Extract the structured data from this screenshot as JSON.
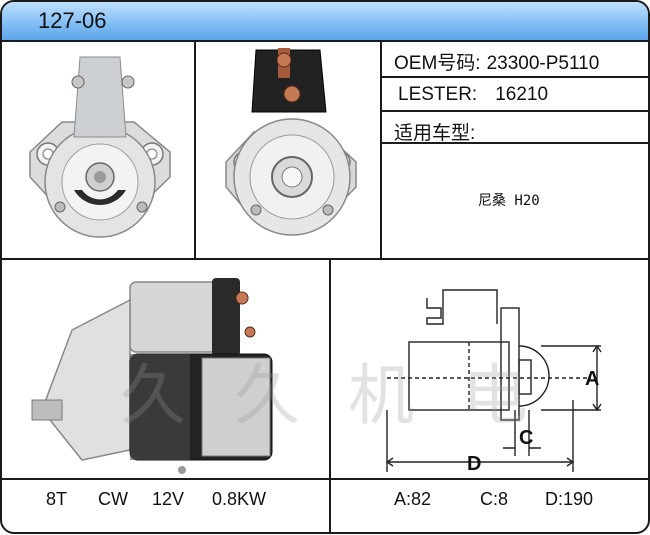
{
  "header": {
    "title": "127-06"
  },
  "info": {
    "oem_label": "OEM号码:",
    "oem_value": "23300-P5110",
    "lester_label": "LESTER:",
    "lester_value": "16210",
    "application_label": "适用车型:",
    "application_value": "尼桑 H20"
  },
  "specs": {
    "teeth": "8T",
    "rotation": "CW",
    "voltage": "12V",
    "power": "0.8KW"
  },
  "diagram": {
    "label_a": "A",
    "label_c": "C",
    "label_d": "D"
  },
  "dimensions": {
    "a": "A:82",
    "c": "C:8",
    "d": "D:190"
  },
  "watermark": "久久机电",
  "colors": {
    "header_blue": "#7fbcf3",
    "border": "#1a1a1a"
  }
}
